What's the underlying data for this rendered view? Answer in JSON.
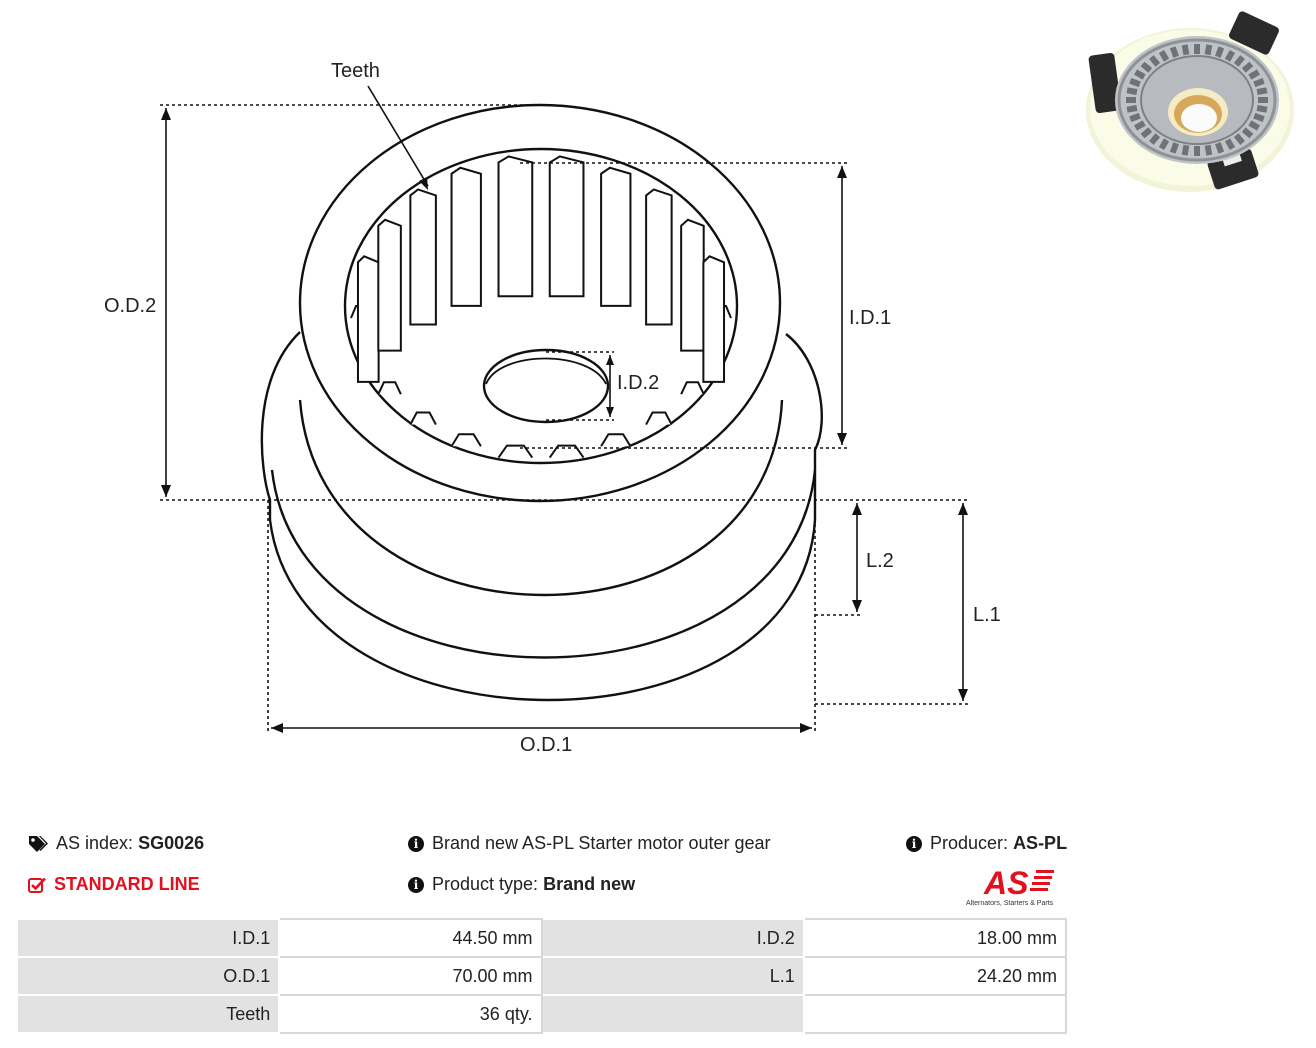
{
  "drawing": {
    "labels": {
      "teeth": "Teeth",
      "od2": "O.D.2",
      "id1": "I.D.1",
      "id2": "I.D.2",
      "l2": "L.2",
      "l1": "L.1",
      "od1": "O.D.1"
    }
  },
  "info": {
    "as_index_label": "AS index:",
    "as_index_value": "SG0026",
    "line": "STANDARD LINE",
    "description": "Brand new AS-PL Starter motor outer gear",
    "product_type_label": "Product type:",
    "product_type_value": "Brand new",
    "producer_label": "Producer:",
    "producer_value": "AS-PL"
  },
  "logo": {
    "mark": "AS",
    "tagline": "Alternators, Starters & Parts"
  },
  "specs": [
    [
      {
        "k": "I.D.1",
        "v": "44.50 mm"
      },
      {
        "k": "I.D.2",
        "v": "18.00 mm"
      }
    ],
    [
      {
        "k": "O.D.1",
        "v": "70.00 mm"
      },
      {
        "k": "L.1",
        "v": "24.20 mm"
      }
    ],
    [
      {
        "k": "Teeth",
        "v": "36 qty."
      },
      {
        "k": "",
        "v": ""
      }
    ]
  ],
  "colors": {
    "accent": "#e3101e",
    "table_key_bg": "#e2e2e2"
  }
}
